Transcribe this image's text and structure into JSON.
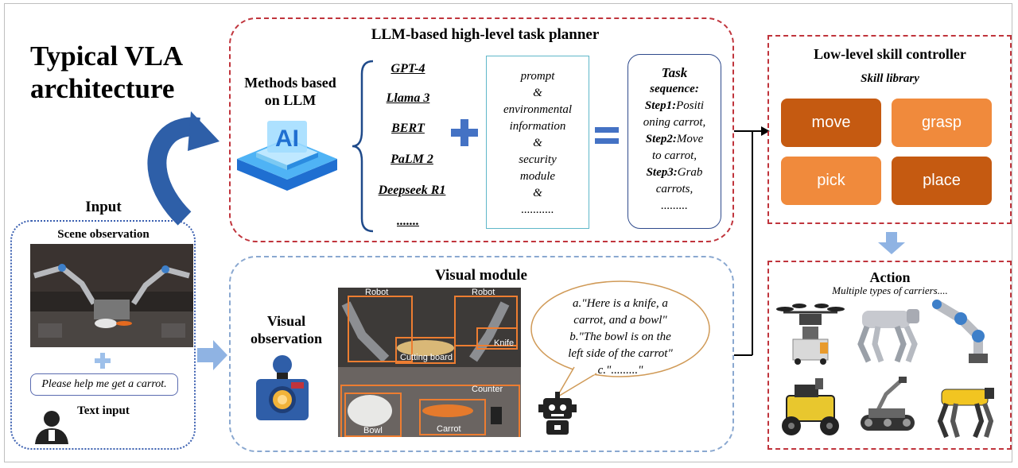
{
  "title_line1": "Typical VLA",
  "title_line2": "architecture",
  "planner": {
    "header": "LLM-based high-level task planner",
    "methods_line1": "Methods based",
    "methods_line2": "on LLM",
    "ai_icon_text": "AI",
    "llms": [
      "GPT-4",
      "Llama 3",
      "BERT",
      "PaLM 2",
      "Deepseek R1",
      "......."
    ],
    "middle_lines": [
      "prompt",
      "&",
      "environmental",
      "information",
      "&",
      "security",
      "module",
      "&",
      "..........."
    ],
    "task_title_1": "Task",
    "task_title_2": "sequence:",
    "step1_label": "Step1:",
    "step1_text_a": "Positi",
    "step1_text_b": "oning carrot,",
    "step2_label": "Step2:",
    "step2_text_a": "Move",
    "step2_text_b": "to carrot,",
    "step3_label": "Step3:",
    "step3_text_a": "Grab",
    "step3_text_b": "carrots,",
    "task_ellipsis": "........."
  },
  "controller": {
    "header": "Low-level skill controller",
    "library": "Skill library",
    "skills": [
      "move",
      "grasp",
      "pick",
      "place"
    ]
  },
  "action": {
    "header": "Action",
    "subtitle": "Multiple types of carriers...."
  },
  "input": {
    "header": "Input",
    "scene_label": "Scene observation",
    "text_prompt": "Please help me get a carrot.",
    "text_label": "Text input"
  },
  "visual": {
    "header": "Visual module",
    "obs_line1": "Visual",
    "obs_line2": "observation",
    "labels": {
      "robot_left": "Robot",
      "robot_right": "Robot",
      "knife": "Knife",
      "cutting_board": "Cutting board",
      "counter": "Counter",
      "bowl": "Bowl",
      "carrot": "Carrot"
    },
    "bubble_lines": [
      "a.\"Here is a knife, a",
      "carrot, and a bowl\"",
      "b.\"The bowl is on the",
      "left side of the carrot\"",
      "c.\".........\""
    ]
  },
  "colors": {
    "red_dash": "#c0343c",
    "blue_dash": "#8aa8d0",
    "skill_dark": "#c55a11",
    "skill_light": "#f08a3c",
    "plus_blue": "#4472c4"
  }
}
